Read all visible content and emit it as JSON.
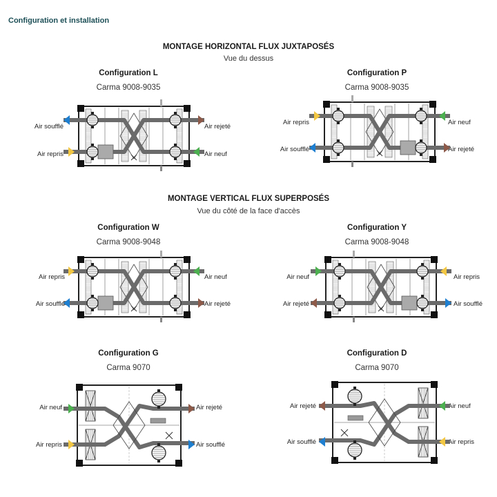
{
  "header": {
    "title": "Configuration et installation"
  },
  "horizontal": {
    "title": "MONTAGE HORIZONTAL FLUX JUXTAPOSÉS",
    "subtitle": "Vue du dessus"
  },
  "vertical": {
    "title": "MONTAGE VERTICAL FLUX SUPERPOSÉS",
    "subtitle": "Vue du côté de la face d'accès"
  },
  "configs": {
    "L": {
      "name": "Configuration L",
      "model": "Carma 9008-9035",
      "left_top": "Air soufflé",
      "left_bottom": "Air repris",
      "right_top": "Air rejeté",
      "right_bottom": "Air neuf"
    },
    "P": {
      "name": "Configuration P",
      "model": "Carma 9008-9035",
      "left_top": "Air repris",
      "left_bottom": "Air soufflé",
      "right_top": "Air neuf",
      "right_bottom": "Air rejeté"
    },
    "W": {
      "name": "Configuration W",
      "model": "Carma 9008-9048",
      "left_top": "Air repris",
      "left_bottom": "Air soufflé",
      "right_top": "Air neuf",
      "right_bottom": "Air rejeté"
    },
    "Y": {
      "name": "Configuration Y",
      "model": "Carma 9008-9048",
      "left_top": "Air neuf",
      "left_bottom": "Air rejeté",
      "right_top": "Air repris",
      "right_bottom": "Air soufflé"
    },
    "G": {
      "name": "Configuration G",
      "model": "Carma 9070",
      "left_top": "Air neuf",
      "left_bottom": "Air repris",
      "right_top": "Air rejeté",
      "right_bottom": "Air soufflé"
    },
    "D": {
      "name": "Configuration D",
      "model": "Carma 9070",
      "left_top": "Air rejeté",
      "left_bottom": "Air soufflé",
      "right_top": "Air neuf",
      "right_bottom": "Air repris"
    }
  },
  "colors": {
    "air_neuf": "#4caf50",
    "air_rejete": "#8d5a4a",
    "air_souffle": "#1e7fd0",
    "air_repris": "#f2c744",
    "casing": "#222222",
    "duct": "#6b6b6b"
  }
}
